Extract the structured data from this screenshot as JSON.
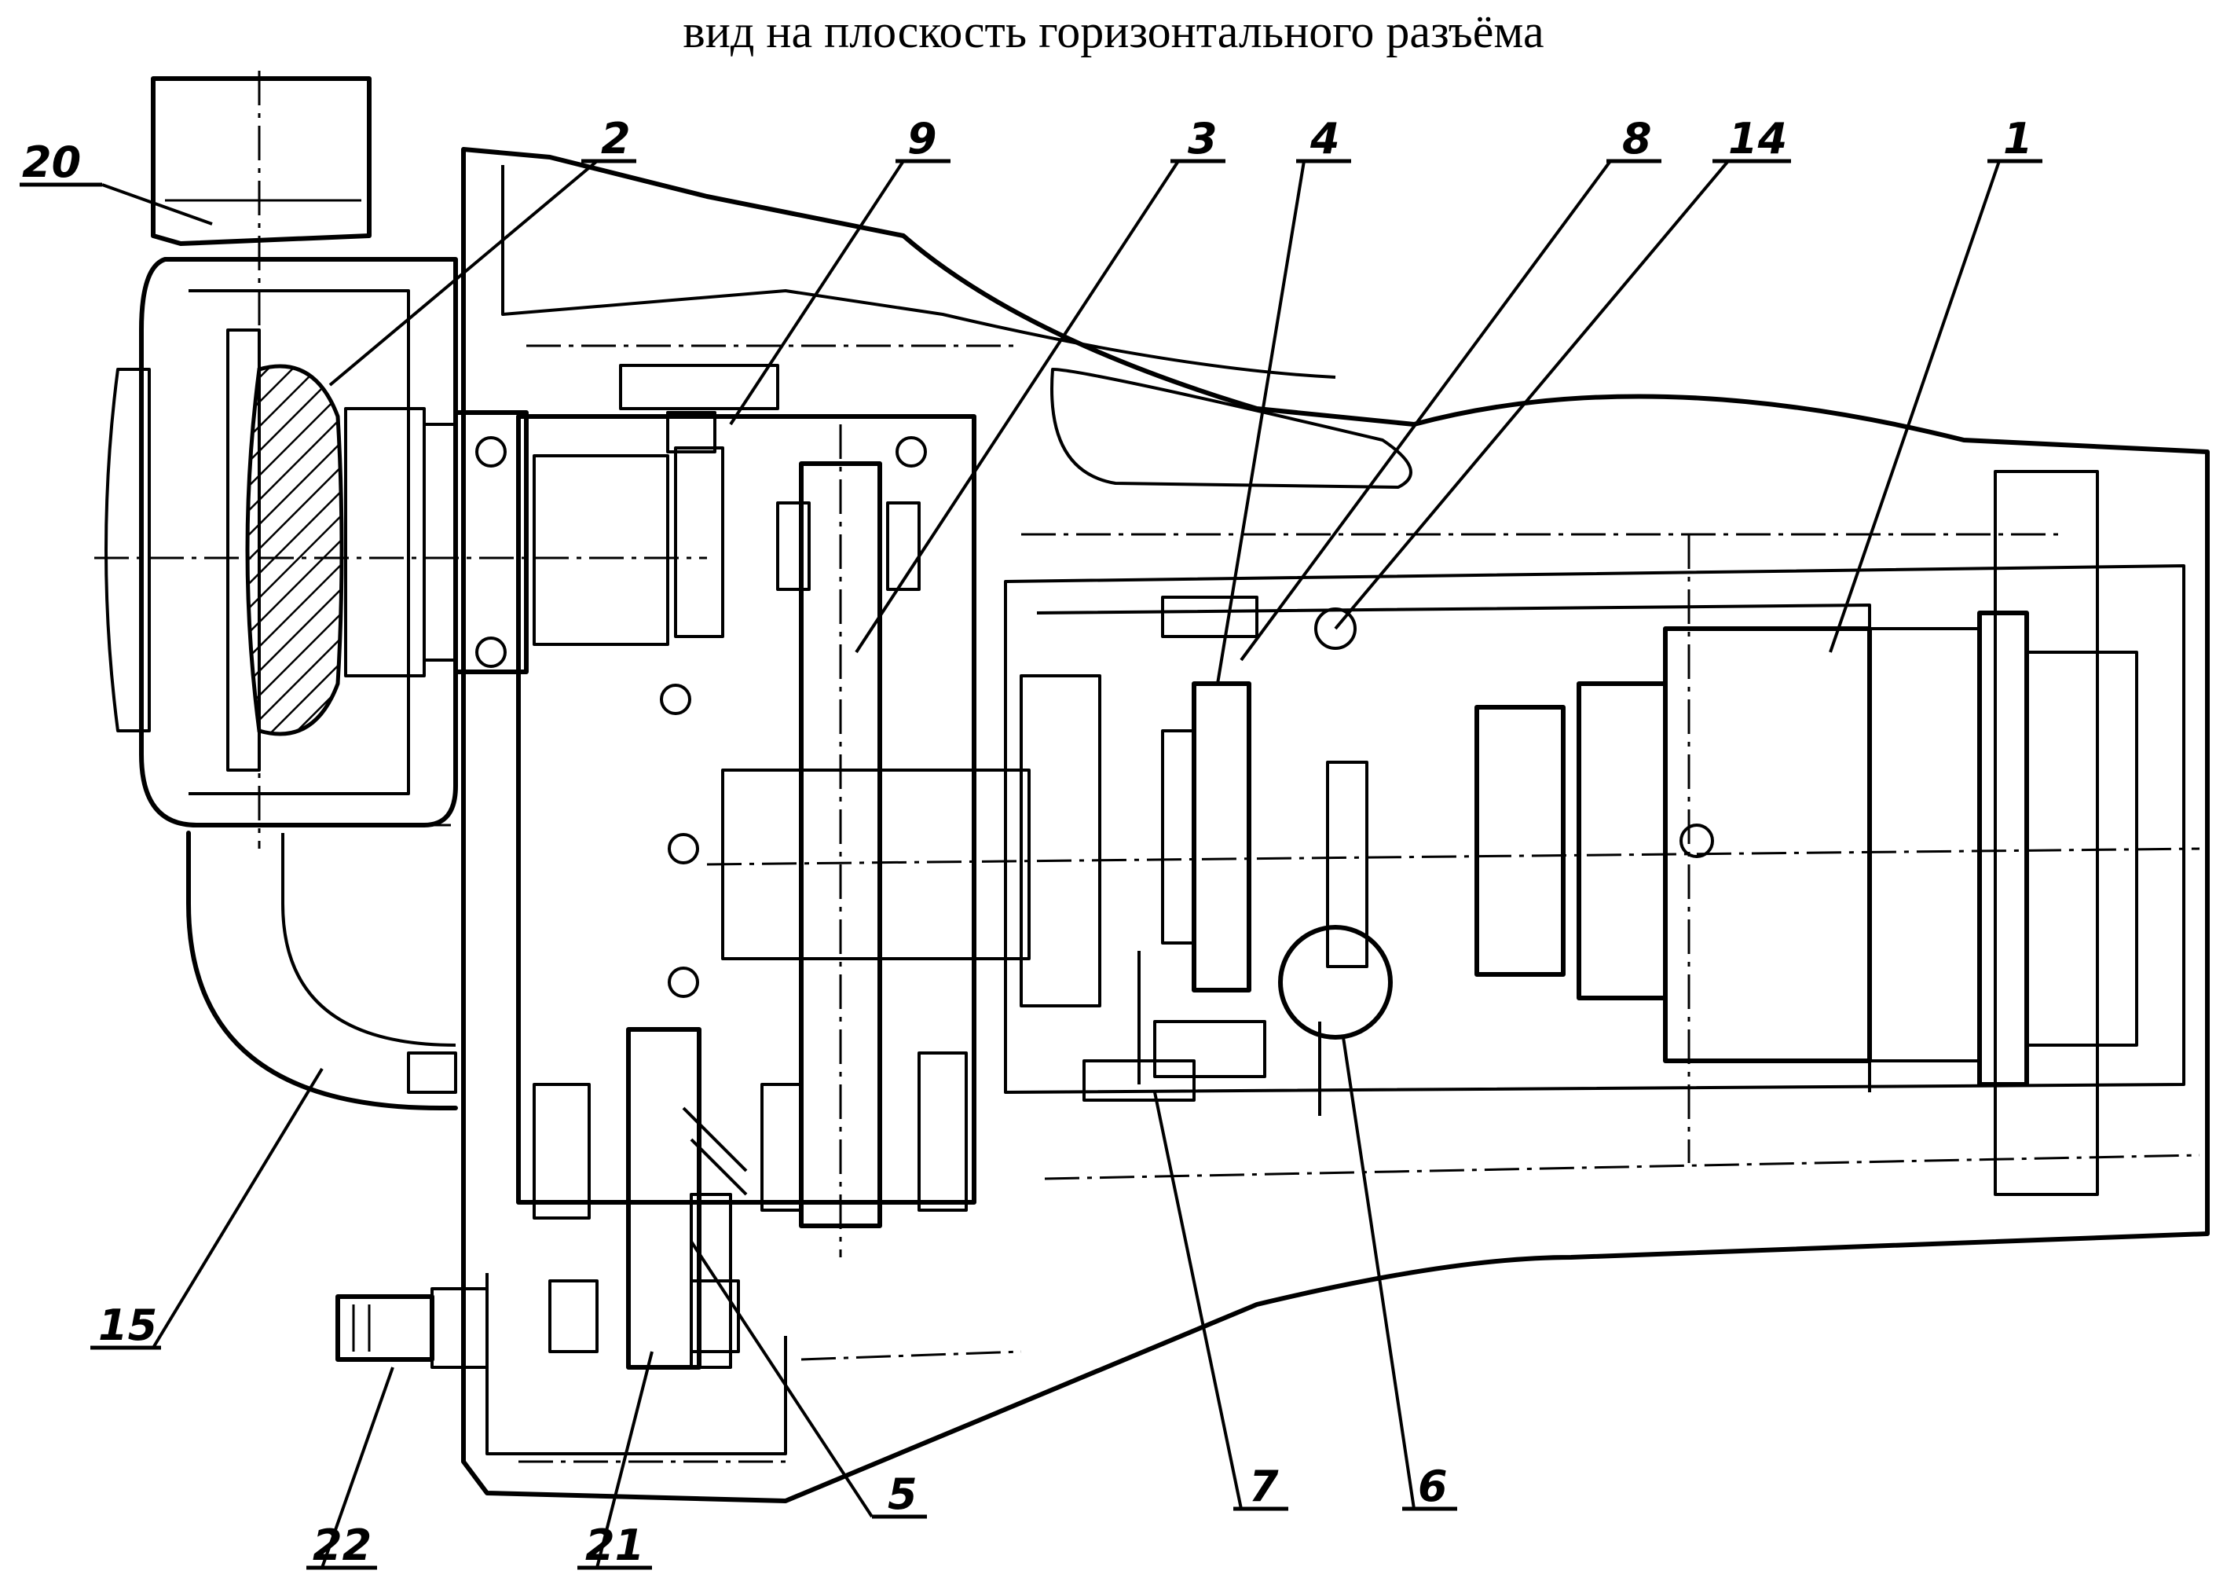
{
  "title": "вид на плоскость горизонтального разъёма",
  "callouts": [
    {
      "id": "20",
      "label": "20"
    },
    {
      "id": "2",
      "label": "2"
    },
    {
      "id": "9",
      "label": "9"
    },
    {
      "id": "3",
      "label": "3"
    },
    {
      "id": "4",
      "label": "4"
    },
    {
      "id": "8",
      "label": "8"
    },
    {
      "id": "14",
      "label": "14"
    },
    {
      "id": "1",
      "label": "1"
    },
    {
      "id": "15",
      "label": "15"
    },
    {
      "id": "22",
      "label": "22"
    },
    {
      "id": "21",
      "label": "21"
    },
    {
      "id": "5",
      "label": "5"
    },
    {
      "id": "7",
      "label": "7"
    },
    {
      "id": "6",
      "label": "6"
    }
  ]
}
